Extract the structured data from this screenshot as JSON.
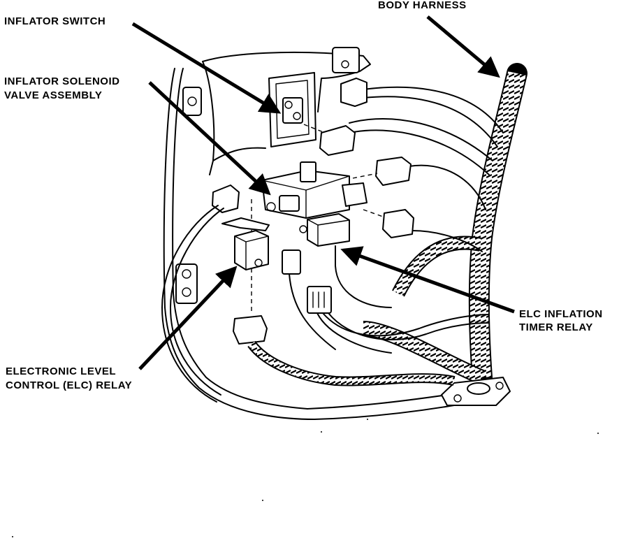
{
  "labels": {
    "body_harness": "BODY HARNESS",
    "inflator_switch": "INFLATOR SWITCH",
    "inflator_solenoid_line1": "INFLATOR SOLENOID",
    "inflator_solenoid_line2": "VALVE ASSEMBLY",
    "elc_timer_line1": "ELC INFLATION",
    "elc_timer_line2": "TIMER RELAY",
    "elc_relay_line1": "ELECTRONIC LEVEL",
    "elc_relay_line2": "CONTROL (ELC) RELAY"
  }
}
